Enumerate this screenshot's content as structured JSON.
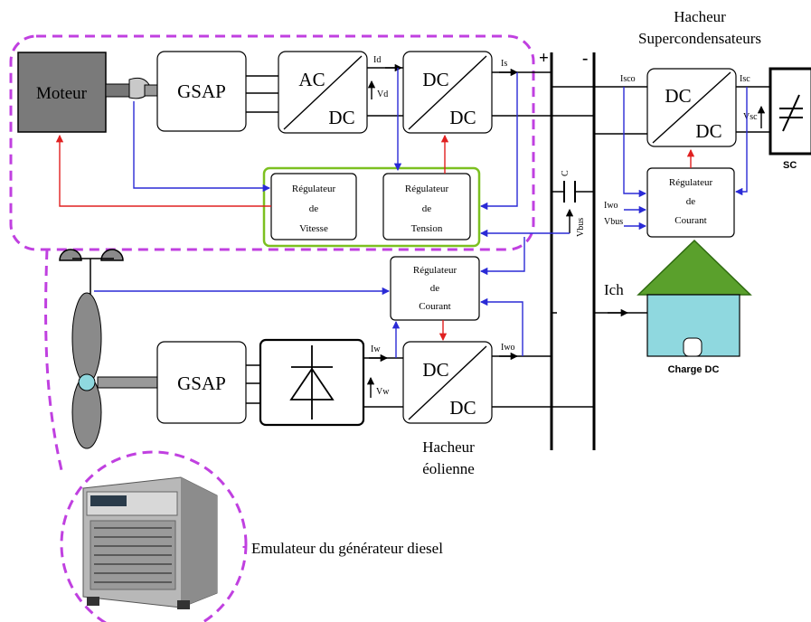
{
  "blocks": {
    "moteur": "Moteur",
    "gsap_top": "GSAP",
    "gsap_bottom": "GSAP",
    "acdc_top": "AC",
    "acdc_bottom": "DC",
    "dcdc1_top": "DC",
    "dcdc1_bottom": "DC",
    "dcdc_sc_top": "DC",
    "dcdc_sc_bottom": "DC",
    "dcdc_w_top": "DC",
    "dcdc_w_bottom": "DC",
    "sc_label": "SC"
  },
  "regulators": {
    "vitesse": [
      "Régulateur",
      "de",
      "Vitesse"
    ],
    "tension": [
      "Régulateur",
      "de",
      "Tension"
    ],
    "courant_sc": [
      "Régulateur",
      "de",
      "Courant"
    ],
    "courant_w": [
      "Régulateur",
      "de",
      "Courant"
    ]
  },
  "signals": {
    "id": "Id",
    "vd": "Vd",
    "is": "Is",
    "isco": "Isco",
    "isc": "Isc",
    "vsc": "Vsc",
    "iwo_sc": "Iwo",
    "vbus_sc": "Vbus",
    "iw": "Iw",
    "vw": "Vw",
    "iwo": "Iwo",
    "c": "C",
    "vbus": "Vbus",
    "ich": "Ich",
    "plus": "+",
    "minus": "-"
  },
  "captions": {
    "hacheur_sc_1": "Hacheur",
    "hacheur_sc_2": "Supercondensateurs",
    "hacheur_eol_1": "Hacheur",
    "hacheur_eol_2": "éolienne",
    "charge": "Charge DC",
    "emulateur": "Emulateur du générateur diesel"
  },
  "colors": {
    "control_blue": "#2a2ad6",
    "control_red": "#e02020",
    "dashed_magenta": "#c040e0",
    "regulator_green": "#7cc020",
    "roof_green": "#5aa02c",
    "house_cyan": "#8fd8df",
    "motor_gray": "#7a7a7a",
    "blade_gray": "#8a8a8a"
  }
}
